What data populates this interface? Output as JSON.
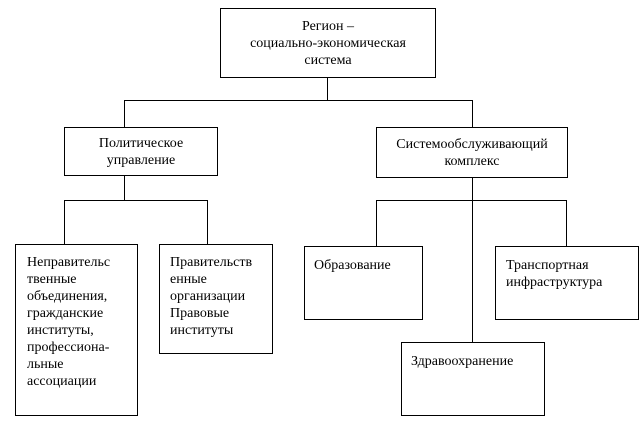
{
  "diagram": {
    "root": "Регион –\nсоциально-экономическая\nсистема",
    "political": "Политическое\nуправление",
    "service": "Системообслуживающий\nкомплекс",
    "nongov": "Неправительс\nтвенные\nобъединения,\nгражданские\nинституты,\nпрофессиона-\nльные\nассоциации",
    "gov": "Правительств\nенные\nорганизации\nПравовые\nинституты",
    "education": "Образование",
    "health": "Здравоохранение",
    "transport": "Транспортная\nинфраструктура"
  }
}
